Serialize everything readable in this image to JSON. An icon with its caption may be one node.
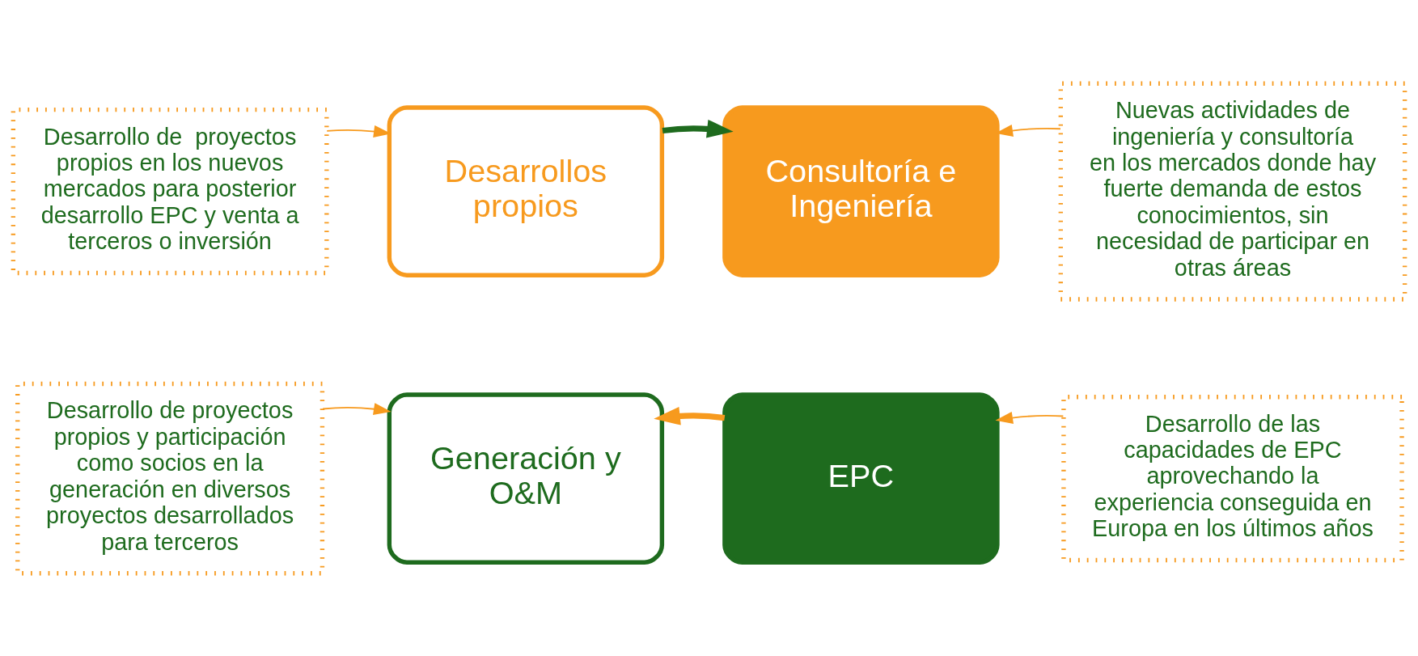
{
  "diagram": {
    "nodes": [
      {
        "text": [
          "Desarrollo de  proyectos propios en los nuevos mercados para posterior desarrollo EPC y venta a terceros o inversión"
        ]
      },
      {
        "text": [
          "Desarrollos propios"
        ]
      },
      {
        "text": [
          "Consultoría e Ingeniería"
        ]
      },
      {
        "text": [
          "Nuevas actividades de ingeniería y consultoría en los mercados donde hay fuerte demanda de estos conocimientos, sin necesidad de participar en otras áreas"
        ]
      },
      {
        "text": [
          "Desarrollo de proyectos propios y participación como socios en la generación en diversos proyectos desarrollados para terceros"
        ]
      },
      {
        "text": [
          "Generación y O&M"
        ]
      },
      {
        "text": [
          "EPC"
        ]
      },
      {
        "text": [
          "Desarrollo de las capacidades de EPC aprovechando la experiencia conseguida en Europa en los últimos años"
        ]
      }
    ],
    "edges": [
      {
        "from": 0,
        "to": 1,
        "arrow": "to"
      },
      {
        "from": 3,
        "to": 2,
        "arrow": "to"
      },
      {
        "from": 4,
        "to": 5,
        "arrow": "to"
      },
      {
        "from": 7,
        "to": 6,
        "arrow": "to"
      },
      {
        "from": 1,
        "to": 2,
        "arrow": "to",
        "style": "thick",
        "color": "#1e6b1e"
      },
      {
        "from": 6,
        "to": 5,
        "arrow": "to",
        "style": "thick"
      }
    ]
  }
}
